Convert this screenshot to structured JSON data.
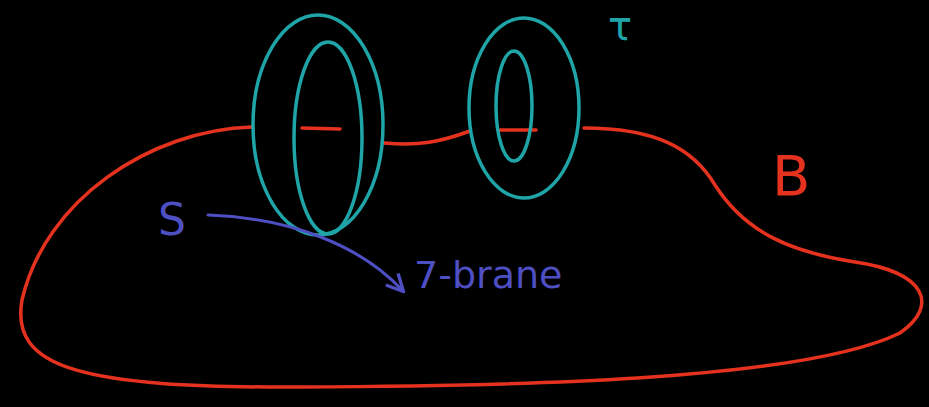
{
  "diagram": {
    "labels": [
      "τ",
      "B",
      "S",
      "7-brane"
    ]
  }
}
